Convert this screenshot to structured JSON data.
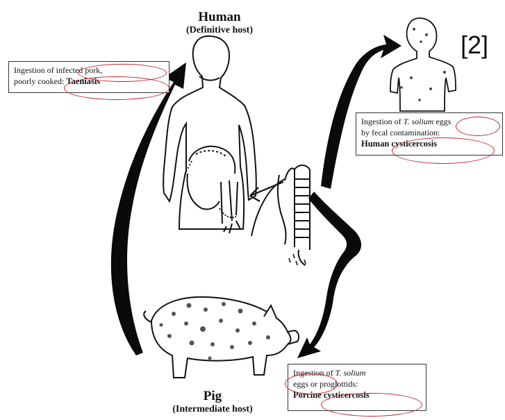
{
  "figure": {
    "reference": "[2]",
    "hosts": {
      "human": {
        "name": "Human",
        "role": "(Definitive host)"
      },
      "pig": {
        "name": "Pig",
        "role": "(Intermediate host)"
      }
    },
    "boxes": {
      "human_infection": {
        "line1": "Ingestion of infected pork,",
        "line2": "poorly cooked: ",
        "result": "Taeniasis"
      },
      "human_cysticercosis": {
        "line1_prefix": "Ingestion of ",
        "species": "T. solium",
        "line1_suffix": " eggs",
        "line2": "by fecal contamination:",
        "result": "Human cysticercosis"
      },
      "porcine_cysticercosis": {
        "line1_prefix": "Ingestion of ",
        "species": "T. solium",
        "line2": "eggs or proglottids:",
        "result": "Porcine cysticercosis"
      }
    },
    "colors": {
      "annotation_ring": "#c0262c",
      "arrow": "#0a0a0a",
      "line": "#111111"
    },
    "icons": [
      "human-body-illustration",
      "tapeworm-illustration",
      "pig-illustration",
      "cysticercosis-patient-illustration"
    ]
  }
}
